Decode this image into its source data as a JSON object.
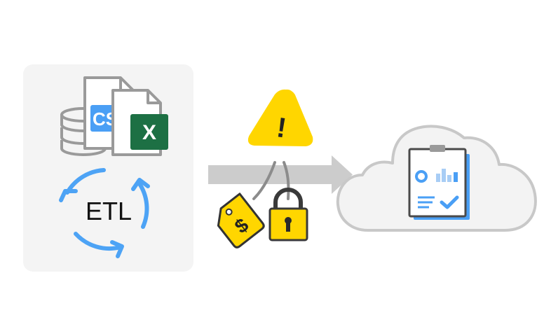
{
  "etl_panel": {
    "csv_badge": "CS",
    "excel_badge": "X",
    "etl_label": "ETL"
  },
  "transfer": {
    "warning_symbol": "!",
    "price_tag_symbol": "$"
  },
  "colors": {
    "panel_bg": "#f4f4f4",
    "doc_outline": "#9a9a9a",
    "csv_blue": "#4a9ff5",
    "excel_green": "#1d7044",
    "etl_arrows": "#4da3f5",
    "arrow_gray": "#cccccc",
    "yellow": "#ffd600",
    "cloud_outline": "#c8c8c8",
    "cloud_fill": "#f3f3f3"
  },
  "icons": [
    "database-icon",
    "csv-file-icon",
    "excel-file-icon",
    "cycle-arrows-icon",
    "warning-icon",
    "price-tag-icon",
    "padlock-icon",
    "cloud-icon",
    "report-clipboard-icon"
  ]
}
